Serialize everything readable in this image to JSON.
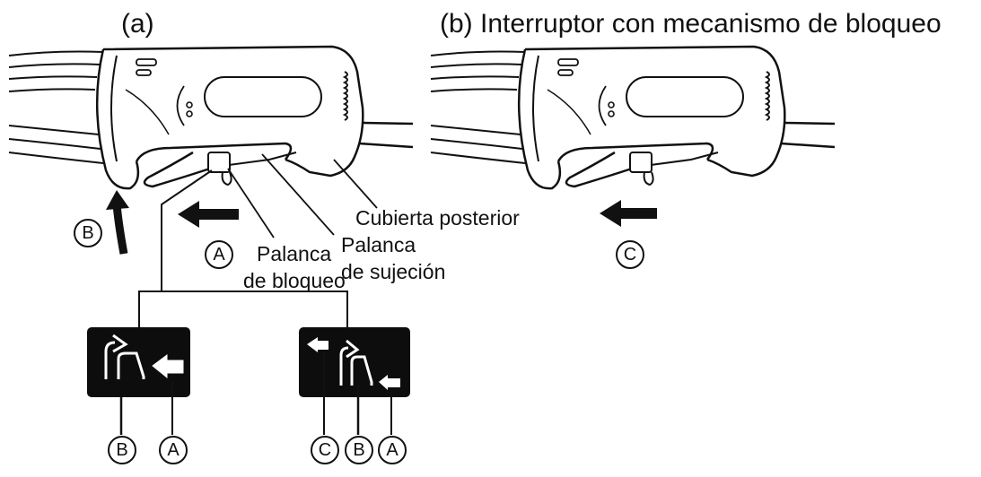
{
  "titles": {
    "a": "(a)",
    "b": "(b) Interruptor con mecanismo de bloqueo"
  },
  "labels": {
    "back_cover": "Cubierta posterior",
    "clamp_lever_line1": "Palanca",
    "clamp_lever_line2": "de sujeción",
    "lock_lever_line1": "Palanca",
    "lock_lever_line2": "de bloqueo"
  },
  "markers": {
    "A": "A",
    "B": "B",
    "C": "C"
  },
  "colors": {
    "ink": "#111111",
    "panel": "#0d0d0d",
    "panel_symbol": "#ffffff"
  },
  "icons": {
    "arrow": "left-arrow-icon",
    "curved_arrow": "curved-up-arrow-icon",
    "panel_arrow_a": "small-left-arrow-icon",
    "panel_arrow_b": "bent-arrow-icon"
  }
}
